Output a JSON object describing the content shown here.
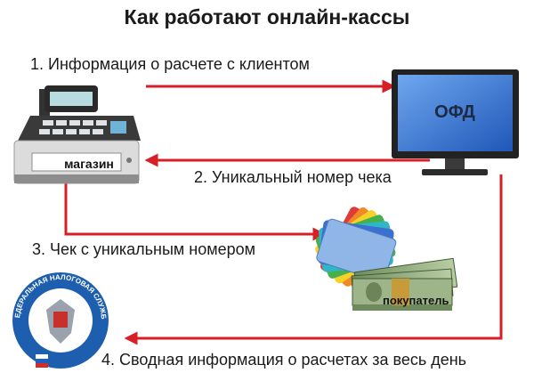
{
  "title": "Как работают онлайн-кассы",
  "steps": {
    "s1": "1. Информация о расчете с клиентом",
    "s2": "2. Уникальный номер чека",
    "s3": "3. Чек с уникальным номером",
    "s4": "4. Сводная информация о расчетах за весь день"
  },
  "nodes": {
    "shop": "магазин",
    "ofd": "ОФД",
    "buyer": "покупатель",
    "fns_seal": "ФЕДЕРАЛЬНАЯ НАЛОГОВАЯ СЛУЖБА"
  },
  "icons": {
    "register": "cash-register-icon",
    "monitor": "monitor-icon",
    "cards": "bank-cards-icon",
    "money": "banknotes-icon",
    "fns": "fns-emblem-icon"
  },
  "colors": {
    "arrow": "#d61f26",
    "seal_blue": "#1d5fae",
    "monitor_screen": "#2f6fd0"
  }
}
